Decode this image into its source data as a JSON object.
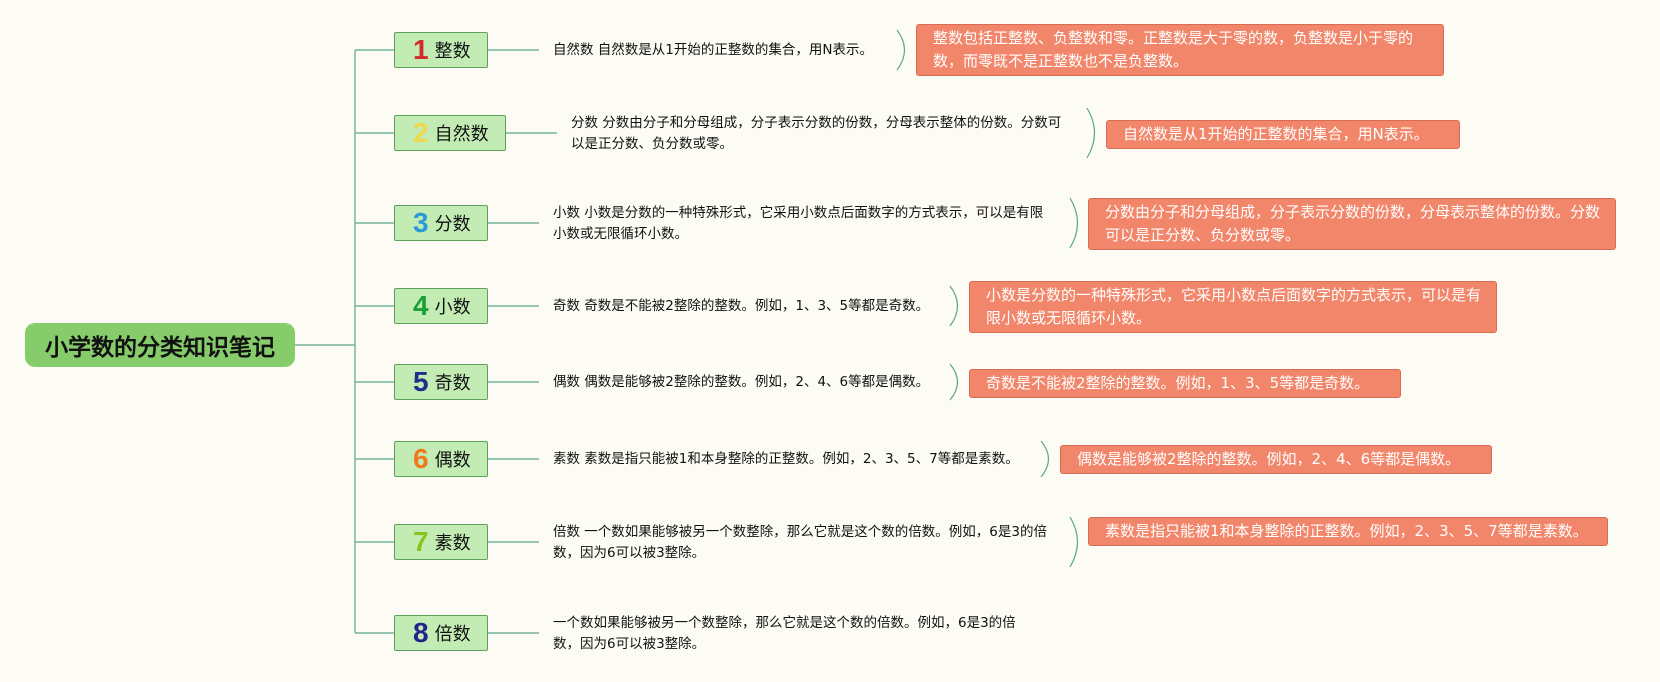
{
  "root": {
    "title": "小学数的分类知识笔记"
  },
  "colors": {
    "line": "#5aa58b",
    "topic_bg": "#c2ecb4",
    "note_bg": "#f2866a",
    "root_bg": "#86cc6a"
  },
  "topics": [
    {
      "num": "1",
      "label": "整数",
      "num_color": "#d42a2a",
      "desc": "自然数 自然数是从1开始的正整数的集合，用N表示。",
      "note": "整数包括正整数、负整数和零。正整数是大于零的数，负整数是小于零的数，而零既不是正整数也不是负整数。"
    },
    {
      "num": "2",
      "label": "自然数",
      "num_color": "#f0d84c",
      "desc": "分数 分数由分子和分母组成，分子表示分数的份数，分母表示整体的份数。分数可以是正分数、负分数或零。",
      "note": "自然数是从1开始的正整数的集合，用N表示。"
    },
    {
      "num": "3",
      "label": "分数",
      "num_color": "#2a9ad6",
      "desc": "小数 小数是分数的一种特殊形式，它采用小数点后面数字的方式表示，可以是有限小数或无限循环小数。",
      "note": "分数由分子和分母组成，分子表示分数的份数，分母表示整体的份数。分数可以是正分数、负分数或零。"
    },
    {
      "num": "4",
      "label": "小数",
      "num_color": "#1e9e36",
      "desc": "奇数 奇数是不能被2整除的整数。例如，1、3、5等都是奇数。",
      "note": "小数是分数的一种特殊形式，它采用小数点后面数字的方式表示，可以是有限小数或无限循环小数。"
    },
    {
      "num": "5",
      "label": "奇数",
      "num_color": "#1c2f8c",
      "desc": "偶数 偶数是能够被2整除的整数。例如，2、4、6等都是偶数。",
      "note": "奇数是不能被2整除的整数。例如，1、3、5等都是奇数。"
    },
    {
      "num": "6",
      "label": "偶数",
      "num_color": "#f07a1a",
      "desc": "素数 素数是指只能被1和本身整除的正整数。例如，2、3、5、7等都是素数。",
      "note": "偶数是能够被2整除的整数。例如，2、4、6等都是偶数。"
    },
    {
      "num": "7",
      "label": "素数",
      "num_color": "#8cc21e",
      "desc": "倍数 一个数如果能够被另一个数整除，那么它就是这个数的倍数。例如，6是3的倍数，因为6可以被3整除。",
      "note": "素数是指只能被1和本身整除的正整数。例如，2、3、5、7等都是素数。"
    },
    {
      "num": "8",
      "label": "倍数",
      "num_color": "#23238c",
      "desc": "一个数如果能够被另一个数整除，那么它就是这个数的倍数。例如，6是3的倍数，因为6可以被3整除。",
      "note": ""
    }
  ]
}
